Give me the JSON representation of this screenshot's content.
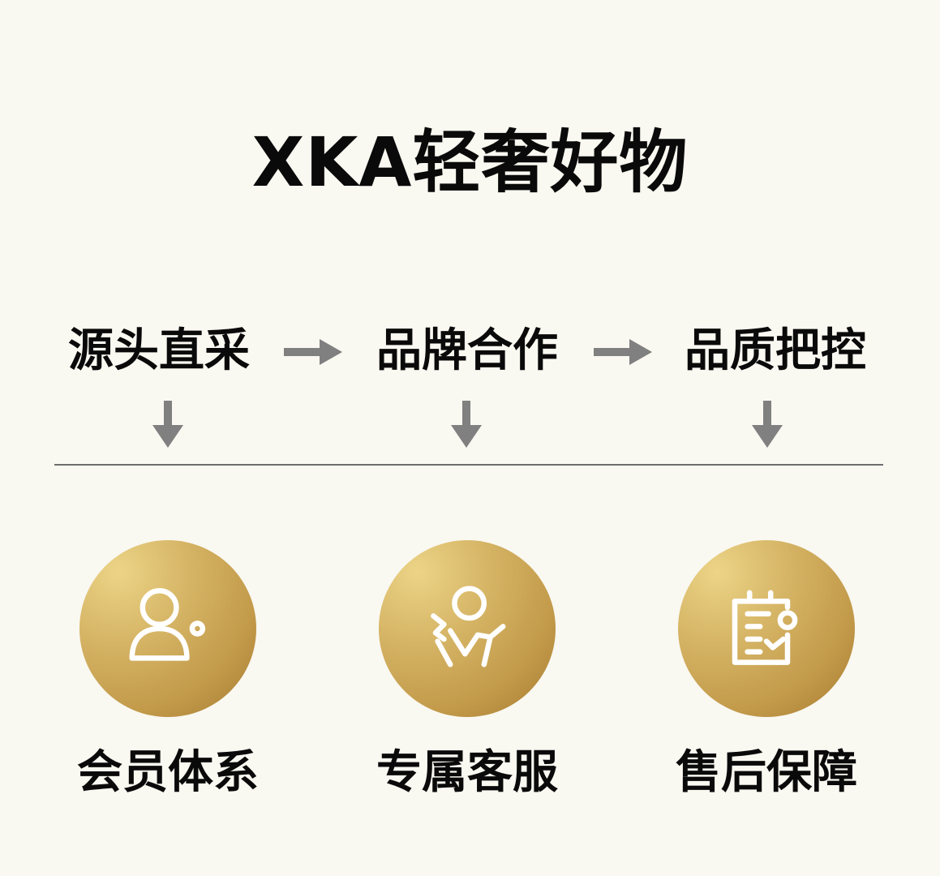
{
  "title": "XKA轻奢好物",
  "flow": {
    "steps": [
      {
        "label": "源头直采"
      },
      {
        "label": "品牌合作"
      },
      {
        "label": "品质把控"
      }
    ],
    "arrow_color": "#808080",
    "divider_color": "#6e6e6e"
  },
  "features": [
    {
      "label": "会员体系",
      "icon": "user-icon"
    },
    {
      "label": "专属客服",
      "icon": "customer-service-icon"
    },
    {
      "label": "售后保障",
      "icon": "clipboard-check-icon"
    }
  ],
  "colors": {
    "background": "#f9f8f1",
    "gold_light": "#ecd487",
    "gold_dark": "#a77a2f",
    "text": "#0a0a0a"
  }
}
